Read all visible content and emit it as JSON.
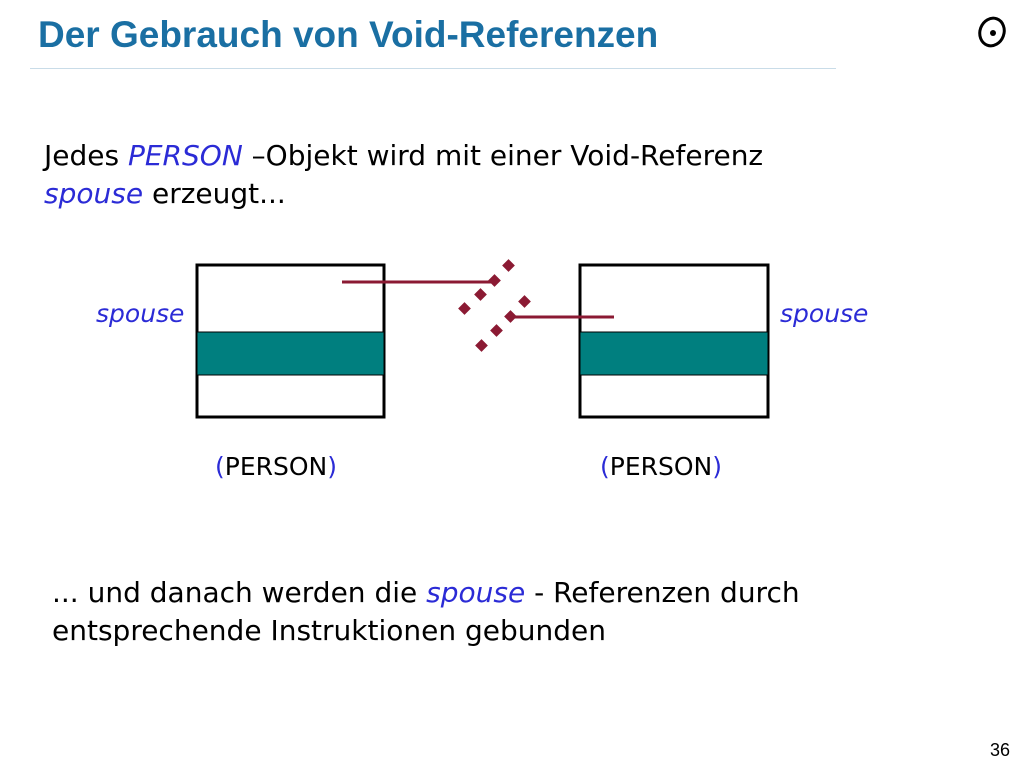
{
  "slide": {
    "title": "Der Gebrauch von Void-Referenzen",
    "page_number": "36"
  },
  "intro": {
    "part1": "Jedes ",
    "class_name": "PERSON",
    "part2": " –Objekt wird mit einer Void-Referenz",
    "attr_name": "spouse",
    "part3": " erzeugt..."
  },
  "diagram": {
    "left_label": "spouse",
    "right_label": "spouse",
    "left_type": {
      "open": "(",
      "name": "PERSON",
      "close": ")"
    },
    "right_type": {
      "open": "(",
      "name": "PERSON",
      "close": ")"
    },
    "colors": {
      "field_fill": "#007f7f",
      "reference_line": "#8b1a33",
      "void_marker": "#8b1a33"
    }
  },
  "outro": {
    "part1": "... und danach werden die ",
    "attr_name": "spouse",
    "part2": " - Referenzen durch",
    "line2": "entsprechende Instruktionen gebunden"
  }
}
